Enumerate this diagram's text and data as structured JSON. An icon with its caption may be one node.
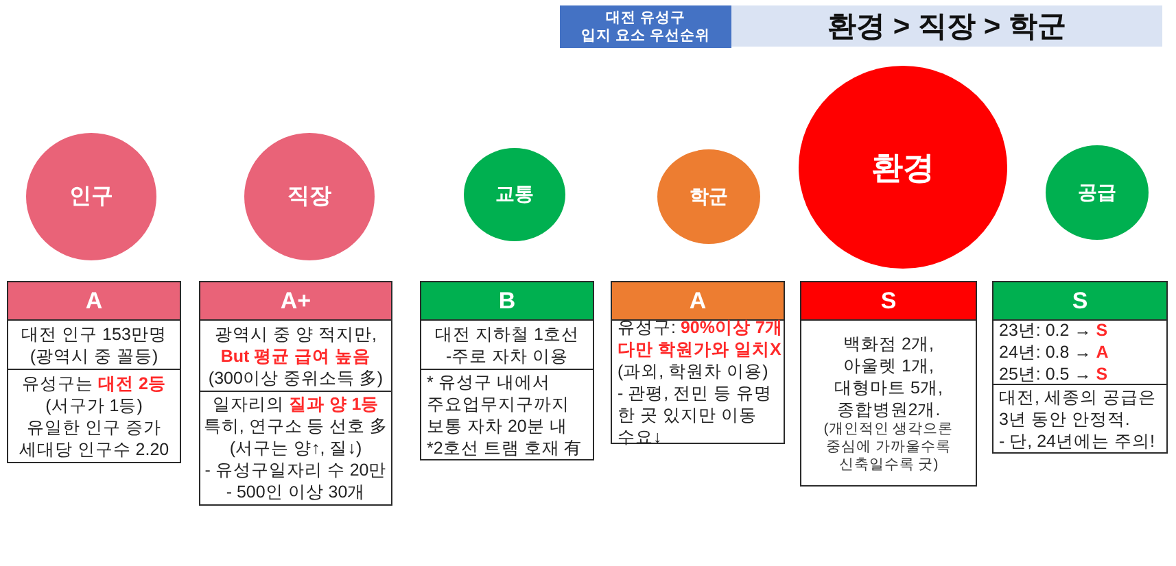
{
  "diagram": {
    "nodes": [
      {
        "text": [
          "대전 유성구 입지 요소 우선순위"
        ]
      },
      {
        "text": [
          "환경 > 직장 > 학군"
        ]
      },
      {
        "text": [
          "인구"
        ]
      },
      {
        "text": [
          "직장"
        ]
      },
      {
        "text": [
          "교통"
        ]
      },
      {
        "text": [
          "학군"
        ]
      },
      {
        "text": [
          "환경"
        ]
      },
      {
        "text": [
          "공급"
        ]
      },
      {
        "text": [
          "A",
          "대전 인구 153만명 (광역시 중 꼴등)",
          "유성구는 **대전 2등** (서구가 1등) 유일한 인구 증가 세대당 인구수 2.20"
        ]
      },
      {
        "text": [
          "A+",
          "광역시 중 양 적지만, **But 평균 급여 높음** (300이상 중위소득 多)",
          "일자리의 **질과 양 1등** 특히, 연구소 등 선호 多 (서구는 양↑, 질↓) - 유성구일자리 수 20만 - 500인 이상 30개"
        ]
      },
      {
        "text": [
          "B",
          "대전 지하철 1호선 -주로 자차 이용",
          "* 유성구 내에서 주요업무지구까지 보통 자차 20분 내",
          "*2호선 트램 호재 有"
        ]
      },
      {
        "text": [
          "A",
          "유성구: **90%이상 7개** **다만 학원가와 일치X** (과외, 학원차 이용) - 관평, 전민 등 유명한 곳 있지만 이동 수요↓"
        ]
      },
      {
        "text": [
          "S",
          "백화점 2개, 아울렛 1개, 대형마트 5개, 종합병원2개.",
          "(개인적인 생각으론 중심에 가까울수록 신축일수록 굿)"
        ]
      },
      {
        "text": [
          "S",
          "23년: 0.2 → **S** 24년: 0.8 → **A** 25년: 0.5 → **S**",
          "대전, 세종의 공급은 3년 동안 안정적. - 단, 24년에는 주의!"
        ]
      }
    ]
  }
}
